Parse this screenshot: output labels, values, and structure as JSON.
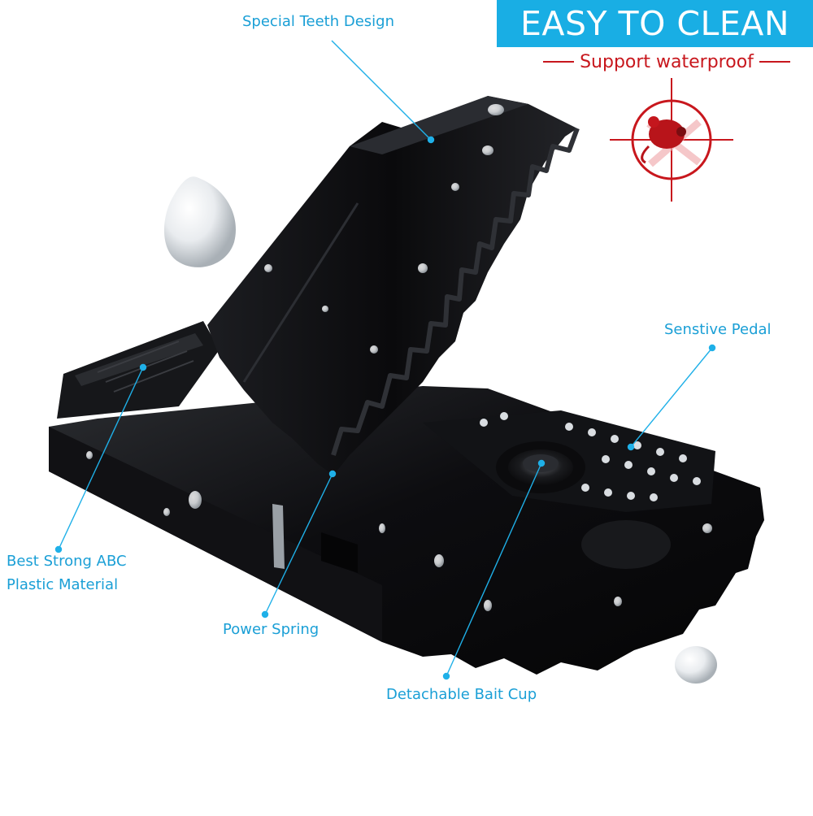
{
  "banner": {
    "title": "EASY TO CLEAN",
    "subtitle": "Support waterproof"
  },
  "callouts": {
    "teeth": "Special Teeth Design",
    "pedal": "Senstive Pedal",
    "material_line1": "Best Strong ABC",
    "material_line2": "Plastic Material",
    "spring": "Power Spring",
    "bait_cup": "Detachable Bait Cup"
  },
  "icons": {
    "crosshair": "crosshair-mouse-icon"
  },
  "colors": {
    "banner_bg": "#19aee4",
    "banner_text": "#ffffff",
    "subtitle_text": "#c8171d",
    "callout_text": "#1a9fd6",
    "callout_line": "#1fb0e8",
    "trap_body": "#0b0b0d",
    "crosshair": "#c8171d"
  }
}
